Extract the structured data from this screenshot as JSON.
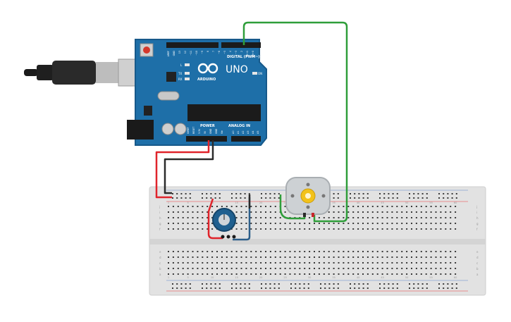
{
  "arduino": {
    "brand": "ARDUINO",
    "model": "UNO",
    "digital_label": "DIGITAL (PWM~)",
    "power_label": "POWER",
    "analog_label": "ANALOG IN",
    "on_label": "ON",
    "tx_label": "TX",
    "rx_label": "RX",
    "l_label": "L",
    "top_pins": [
      "AREF",
      "GND",
      "13",
      "12",
      "~11",
      "~10",
      "~9",
      "8",
      "7",
      "~6",
      "~5",
      "4",
      "~3",
      "2",
      "TX→1",
      "RX←0"
    ],
    "power_pins": [
      "IOREF",
      "RESET",
      "3.3V",
      "5V",
      "GND",
      "GND",
      "Vin"
    ],
    "analog_pins": [
      "A0",
      "A1",
      "A2",
      "A3",
      "A4",
      "A5"
    ],
    "colors": {
      "board": "#1e6fa8",
      "board_dark": "#17598a"
    }
  },
  "breadboard": {
    "column_numbers": [
      "1",
      "5",
      "10",
      "15",
      "20",
      "25",
      "30",
      "35",
      "40",
      "45",
      "50",
      "55",
      "60"
    ],
    "row_letters_top": [
      "j",
      "i",
      "h",
      "g",
      "f"
    ],
    "row_letters_bottom": [
      "e",
      "d",
      "c",
      "b",
      "a"
    ]
  },
  "wires": {
    "colors": {
      "red": "#e0242b",
      "black": "#2b2b2b",
      "green": "#2f9e3a",
      "blue": "#2d5f8a"
    }
  },
  "components": {
    "potentiometer": {
      "label": ""
    },
    "dc_motor": {
      "label": ""
    },
    "usb_cable": {
      "label": ""
    }
  }
}
